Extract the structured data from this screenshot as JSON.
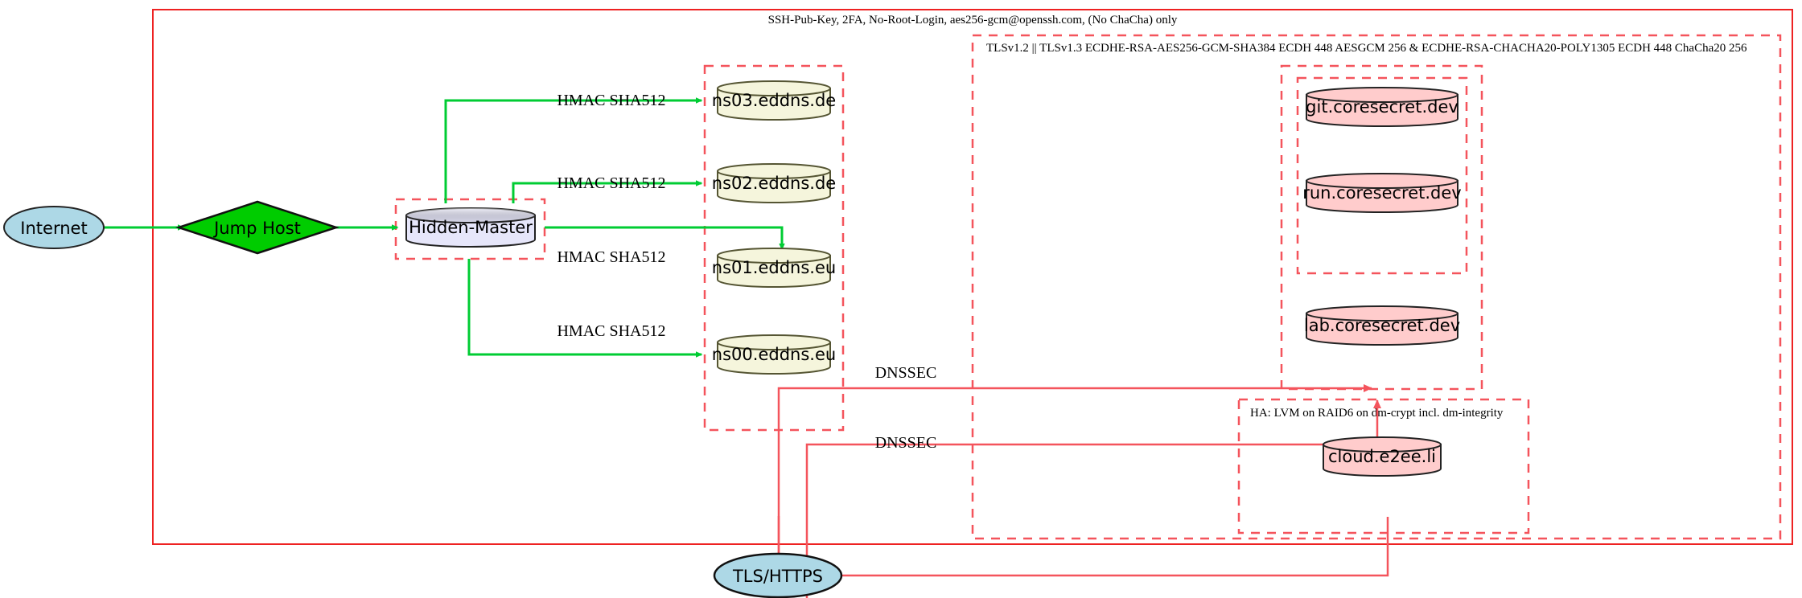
{
  "diagram": {
    "title": "Infrastructure network topology",
    "colors": {
      "boundary_solid": "#ee2222",
      "boundary_dashed": "#f4545c",
      "edge_green": "#00cc33",
      "edge_red": "#f4545c",
      "internet_fill": "#add8e6",
      "jumphost_fill": "#00cc00",
      "hidden_master_fill": "#e6e6fa",
      "dns_fill": "#f5f5dc",
      "service_fill": "#ffcccc",
      "node_stroke": "#222222",
      "dns_stroke": "#555533"
    },
    "clusters": {
      "ssh_boundary": {
        "label": "SSH-Pub-Key, 2FA, No-Root-Login, aes256-gcm@openssh.com, (No ChaCha) only"
      },
      "tls_boundary": {
        "label": "TLSv1.2 || TLSv1.3 ECDHE-RSA-AES256-GCM-SHA384 ECDH 448 AESGCM 256 & ECDHE-RSA-CHACHA20-POLY1305 ECDH 448 ChaCha20 256"
      },
      "ha_boundary": {
        "label": "HA: LVM on RAID6 on dm-crypt incl. dm-integrity"
      },
      "hidden_master_cluster": {
        "label": ""
      },
      "dns_cluster": {
        "label": ""
      },
      "services_cluster": {
        "label": ""
      }
    },
    "nodes": {
      "internet": {
        "label": "Internet",
        "shape": "ellipse"
      },
      "jump_host": {
        "label": "Jump Host",
        "shape": "diamond"
      },
      "hidden_master": {
        "label": "Hidden-Master",
        "shape": "cylinder"
      },
      "ns03": {
        "label": "ns03.eddns.de",
        "shape": "cylinder"
      },
      "ns02": {
        "label": "ns02.eddns.de",
        "shape": "cylinder"
      },
      "ns01": {
        "label": "ns01.eddns.eu",
        "shape": "cylinder"
      },
      "ns00": {
        "label": "ns00.eddns.eu",
        "shape": "cylinder"
      },
      "git": {
        "label": "git.coresecret.dev",
        "shape": "cylinder"
      },
      "run": {
        "label": "run.coresecret.dev",
        "shape": "cylinder"
      },
      "lab": {
        "label": "lab.coresecret.dev",
        "shape": "cylinder"
      },
      "cloud": {
        "label": "cloud.e2ee.li",
        "shape": "cylinder"
      },
      "tls_https": {
        "label": "TLS/HTTPS",
        "shape": "ellipse"
      }
    },
    "edge_labels": {
      "hmac_ns03": "HMAC SHA512",
      "hmac_ns02": "HMAC SHA512",
      "hmac_ns01": "HMAC SHA512",
      "hmac_ns00": "HMAC SHA512",
      "dnssec_upper": "DNSSEC",
      "dnssec_lower": "DNSSEC"
    }
  }
}
